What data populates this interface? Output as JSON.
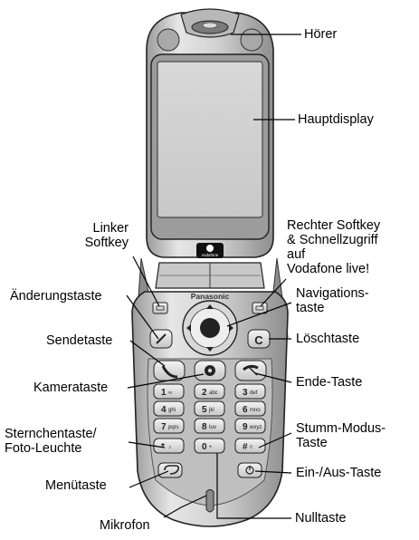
{
  "labels": {
    "hoerer": "Hörer",
    "hauptdisplay": "Hauptdisplay",
    "linker_softkey": [
      "Linker",
      "Softkey"
    ],
    "rechter_softkey": [
      "Rechter Softkey",
      "& Schnellzugriff",
      "auf",
      "Vodafone live!"
    ],
    "aenderungstaste": "Änderungstaste",
    "navigationstaste": [
      "Navigations-",
      "taste"
    ],
    "sendetaste": "Sendetaste",
    "loeschtaste": "Löschtaste",
    "kamerataste": "Kamerataste",
    "ende_taste": "Ende-Taste",
    "sternchentaste": [
      "Sternchentaste/",
      "Foto-Leuchte"
    ],
    "stumm_modus": [
      "Stumm-Modus-",
      "Taste"
    ],
    "menuetaste": "Menütaste",
    "ein_aus": "Ein-/Aus-Taste",
    "mikrofon": "Mikrofon",
    "nulltaste": "Nulltaste"
  },
  "phone": {
    "brand": "Panasonic",
    "operator_logo": "vodafone",
    "keys": [
      {
        "main": "1",
        "sub": "∞"
      },
      {
        "main": "2",
        "sub": "abc"
      },
      {
        "main": "3",
        "sub": "def"
      },
      {
        "main": "4",
        "sub": "ghi"
      },
      {
        "main": "5",
        "sub": "jkl"
      },
      {
        "main": "6",
        "sub": "mno"
      },
      {
        "main": "7",
        "sub": "pqrs"
      },
      {
        "main": "8",
        "sub": "tuv"
      },
      {
        "main": "9",
        "sub": "wxyz"
      },
      {
        "main": "*",
        "sub": "♪"
      },
      {
        "main": "0",
        "sub": "+"
      },
      {
        "main": "#",
        "sub": "◊"
      }
    ],
    "clear_key": "C"
  }
}
